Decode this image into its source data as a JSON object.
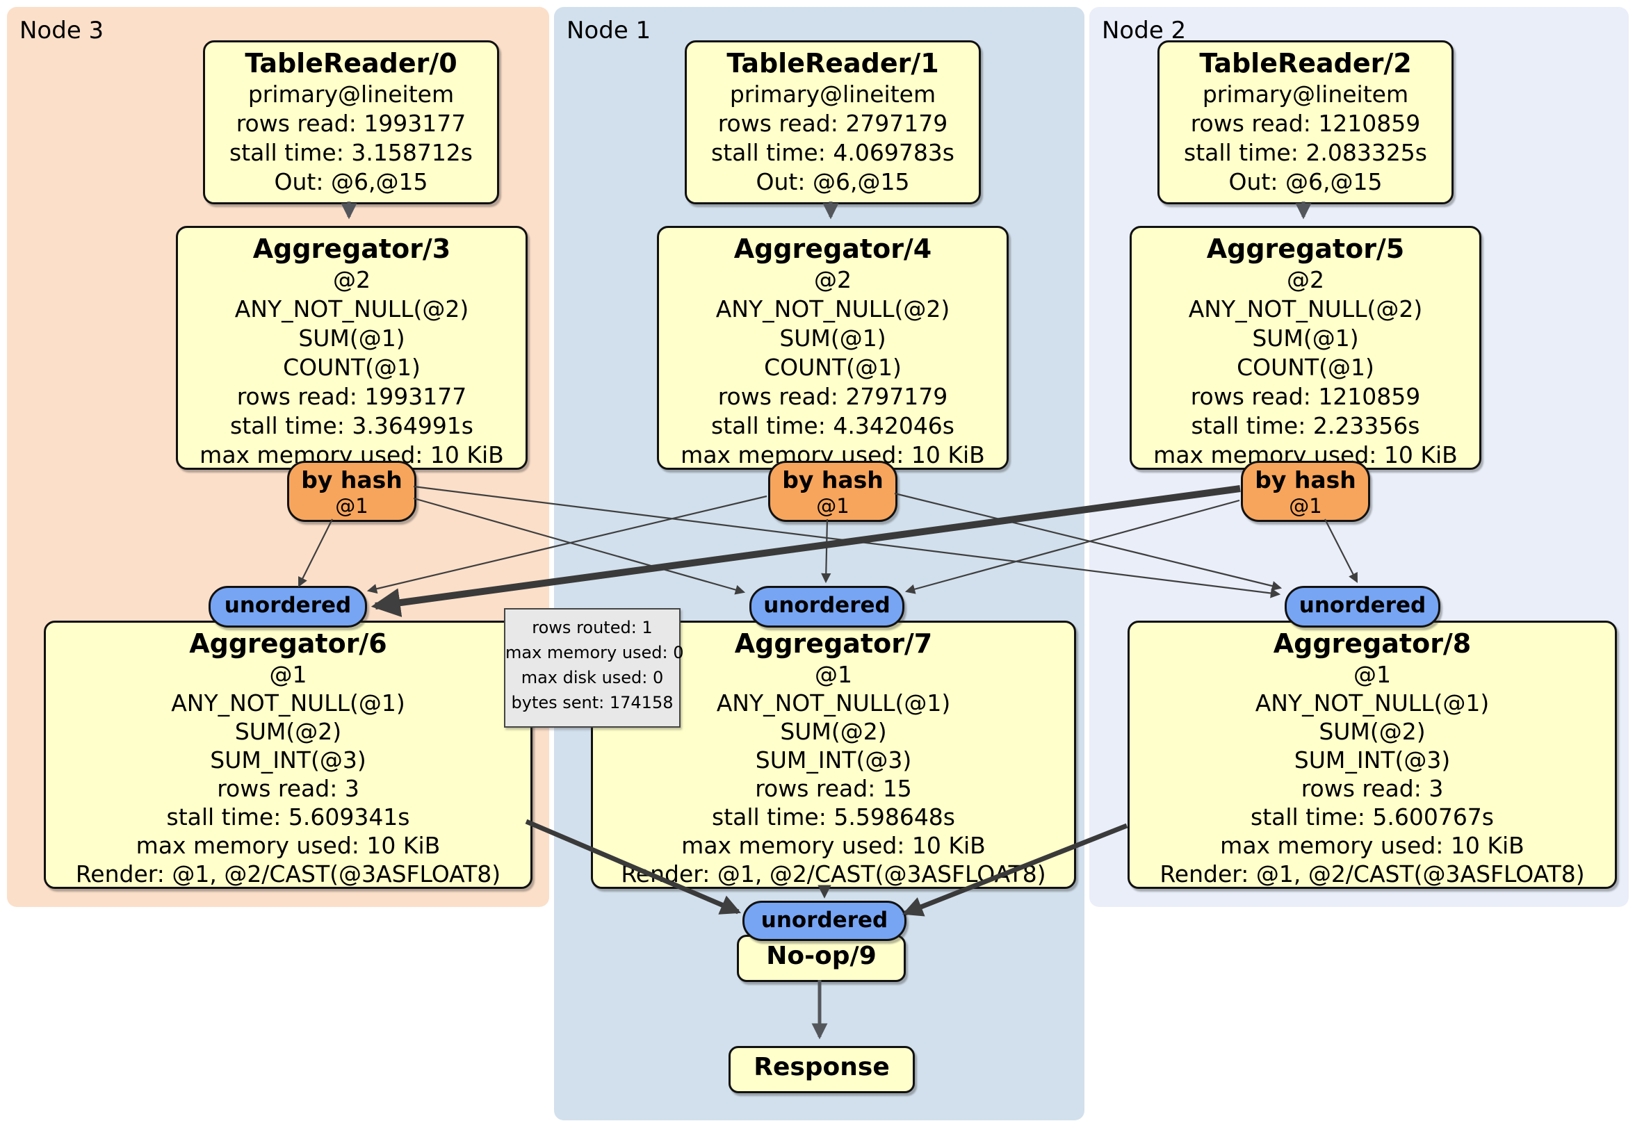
{
  "regions": {
    "node3": {
      "label": "Node 3"
    },
    "node1": {
      "label": "Node 1"
    },
    "node2": {
      "label": "Node 2"
    }
  },
  "colors": {
    "node3_bg": "#fbdfc9",
    "node1_bg": "#d2e0ed",
    "node2_bg": "#e9eef9",
    "processor_bg": "#ffffcb",
    "router_bg": "#f7a55c",
    "sync_bg": "#77a5f3",
    "tooltip_bg": "#e8e8e8",
    "edge": "#3f3f3f"
  },
  "processors": {
    "tablereader0": {
      "title": "TableReader/0",
      "lines": [
        "primary@lineitem",
        "rows read: 1993177",
        "stall time: 3.158712s",
        "Out: @6,@15"
      ]
    },
    "tablereader1": {
      "title": "TableReader/1",
      "lines": [
        "primary@lineitem",
        "rows read: 2797179",
        "stall time: 4.069783s",
        "Out: @6,@15"
      ]
    },
    "tablereader2": {
      "title": "TableReader/2",
      "lines": [
        "primary@lineitem",
        "rows read: 1210859",
        "stall time: 2.083325s",
        "Out: @6,@15"
      ]
    },
    "aggregator3": {
      "title": "Aggregator/3",
      "lines": [
        "@2",
        "ANY_NOT_NULL(@2)",
        "SUM(@1)",
        "COUNT(@1)",
        "rows read: 1993177",
        "stall time: 3.364991s",
        "max memory used: 10 KiB"
      ]
    },
    "aggregator4": {
      "title": "Aggregator/4",
      "lines": [
        "@2",
        "ANY_NOT_NULL(@2)",
        "SUM(@1)",
        "COUNT(@1)",
        "rows read: 2797179",
        "stall time: 4.342046s",
        "max memory used: 10 KiB"
      ]
    },
    "aggregator5": {
      "title": "Aggregator/5",
      "lines": [
        "@2",
        "ANY_NOT_NULL(@2)",
        "SUM(@1)",
        "COUNT(@1)",
        "rows read: 1210859",
        "stall time: 2.23356s",
        "max memory used: 10 KiB"
      ]
    },
    "aggregator6": {
      "title": "Aggregator/6",
      "lines": [
        "@1",
        "ANY_NOT_NULL(@1)",
        "SUM(@2)",
        "SUM_INT(@3)",
        "rows read: 3",
        "stall time: 5.609341s",
        "max memory used: 10 KiB",
        "Render: @1, @2/CAST(@3ASFLOAT8)"
      ]
    },
    "aggregator7": {
      "title": "Aggregator/7",
      "lines": [
        "@1",
        "ANY_NOT_NULL(@1)",
        "SUM(@2)",
        "SUM_INT(@3)",
        "rows read: 15",
        "stall time: 5.598648s",
        "max memory used: 10 KiB",
        "Render: @1, @2/CAST(@3ASFLOAT8)"
      ]
    },
    "aggregator8": {
      "title": "Aggregator/8",
      "lines": [
        "@1",
        "ANY_NOT_NULL(@1)",
        "SUM(@2)",
        "SUM_INT(@3)",
        "rows read: 3",
        "stall time: 5.600767s",
        "max memory used: 10 KiB",
        "Render: @1, @2/CAST(@3ASFLOAT8)"
      ]
    },
    "noop": {
      "title": "No-op/9"
    },
    "response": {
      "title": "Response"
    }
  },
  "routers": {
    "byhash_node3": {
      "label": "by hash",
      "detail": "@1"
    },
    "byhash_node1": {
      "label": "by hash",
      "detail": "@1"
    },
    "byhash_node2": {
      "label": "by hash",
      "detail": "@1"
    }
  },
  "syncs": {
    "unordered_node3": {
      "label": "unordered"
    },
    "unordered_node1": {
      "label": "unordered"
    },
    "unordered_node2": {
      "label": "unordered"
    },
    "unordered_final": {
      "label": "unordered"
    }
  },
  "tooltip": {
    "lines": [
      "rows routed: 1",
      "max memory used: 0",
      "max disk used: 0",
      "bytes sent: 174158"
    ]
  },
  "edges": [
    {
      "from": "TableReader/0",
      "to": "Aggregator/3"
    },
    {
      "from": "TableReader/1",
      "to": "Aggregator/4"
    },
    {
      "from": "TableReader/2",
      "to": "Aggregator/5"
    },
    {
      "from": "by hash (Node 3)",
      "to": "unordered (Node 3)"
    },
    {
      "from": "by hash (Node 3)",
      "to": "unordered (Node 1)"
    },
    {
      "from": "by hash (Node 3)",
      "to": "unordered (Node 2)"
    },
    {
      "from": "by hash (Node 1)",
      "to": "unordered (Node 3)"
    },
    {
      "from": "by hash (Node 1)",
      "to": "unordered (Node 1)"
    },
    {
      "from": "by hash (Node 1)",
      "to": "unordered (Node 2)"
    },
    {
      "from": "by hash (Node 2)",
      "to": "unordered (Node 3)",
      "emphasis": "thick"
    },
    {
      "from": "by hash (Node 2)",
      "to": "unordered (Node 1)"
    },
    {
      "from": "by hash (Node 2)",
      "to": "unordered (Node 2)"
    },
    {
      "from": "Aggregator/6",
      "to": "unordered (final)",
      "emphasis": "thick"
    },
    {
      "from": "Aggregator/7",
      "to": "unordered (final)"
    },
    {
      "from": "Aggregator/8",
      "to": "unordered (final)",
      "emphasis": "thick"
    },
    {
      "from": "No-op/9",
      "to": "Response"
    }
  ]
}
